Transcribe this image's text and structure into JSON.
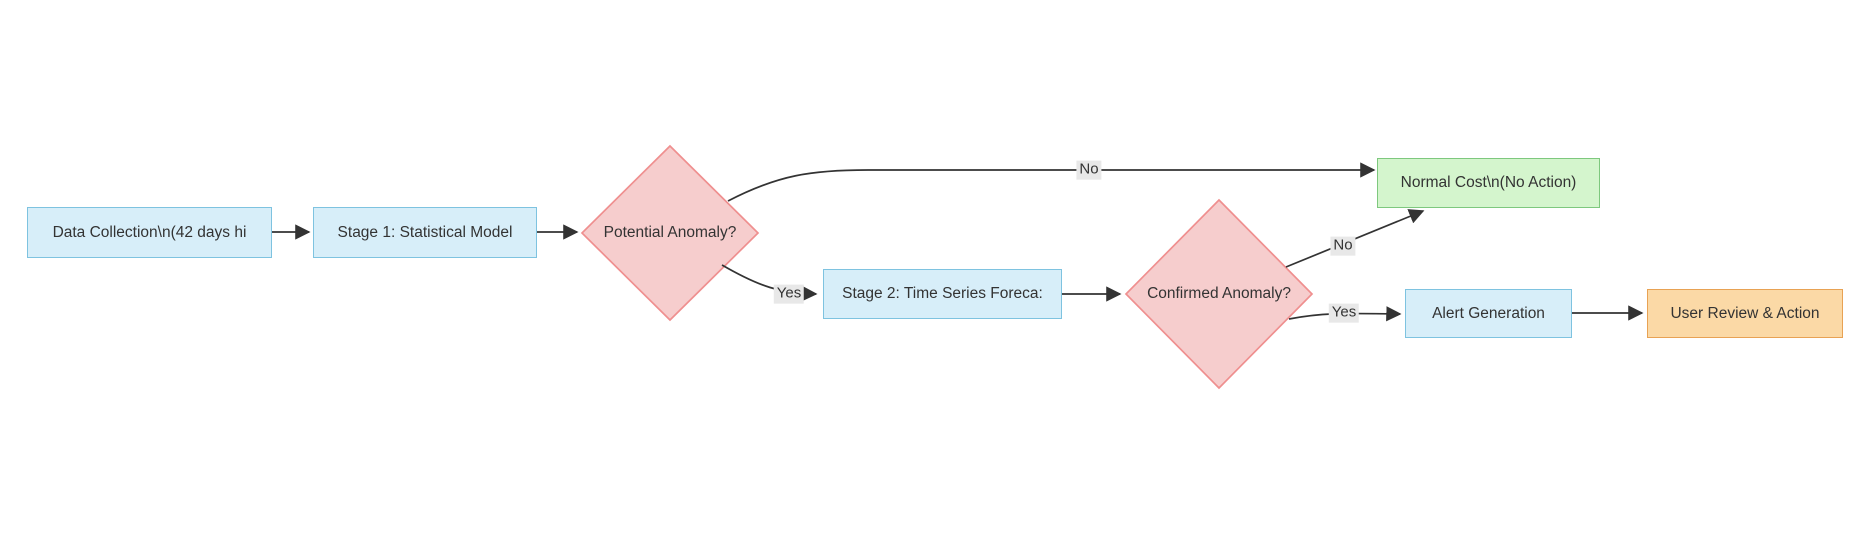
{
  "colors": {
    "canvas-bg": "#ffffff",
    "blue-fill": "#d7eef9",
    "blue-border": "#7ec3e0",
    "pink-fill": "#f6cdcd",
    "pink-border": "#ef8f8f",
    "green-fill": "#d4f5cd",
    "green-border": "#7ec87e",
    "orange-fill": "#fbd9a6",
    "orange-border": "#e8a254",
    "edge": "#333333",
    "edge-label-bg": "#e8e8e8",
    "text": "#333333"
  },
  "diagram": {
    "type": "flowchart",
    "direction": "left-to-right",
    "nodes": [
      {
        "id": "data_collection",
        "shape": "rect",
        "color": "blue",
        "label": "Data Collection\\n(42 days hi"
      },
      {
        "id": "stage1",
        "shape": "rect",
        "color": "blue",
        "label": "Stage 1: Statistical Model"
      },
      {
        "id": "potential_anomaly",
        "shape": "diamond",
        "color": "pink",
        "label": "Potential Anomaly?"
      },
      {
        "id": "normal_cost",
        "shape": "rect",
        "color": "green",
        "label": "Normal Cost\\n(No Action)"
      },
      {
        "id": "stage2",
        "shape": "rect",
        "color": "blue",
        "label": "Stage 2: Time Series Foreca:"
      },
      {
        "id": "confirmed_anomaly",
        "shape": "diamond",
        "color": "pink",
        "label": "Confirmed Anomaly?"
      },
      {
        "id": "alert_generation",
        "shape": "rect",
        "color": "blue",
        "label": "Alert Generation"
      },
      {
        "id": "user_review",
        "shape": "rect",
        "color": "orange",
        "label": "User Review & Action"
      }
    ],
    "edges": [
      {
        "from": "data_collection",
        "to": "stage1",
        "label": ""
      },
      {
        "from": "stage1",
        "to": "potential_anomaly",
        "label": ""
      },
      {
        "from": "potential_anomaly",
        "to": "normal_cost",
        "label": "No"
      },
      {
        "from": "potential_anomaly",
        "to": "stage2",
        "label": "Yes"
      },
      {
        "from": "stage2",
        "to": "confirmed_anomaly",
        "label": ""
      },
      {
        "from": "confirmed_anomaly",
        "to": "normal_cost",
        "label": "No"
      },
      {
        "from": "confirmed_anomaly",
        "to": "alert_generation",
        "label": "Yes"
      },
      {
        "from": "alert_generation",
        "to": "user_review",
        "label": ""
      }
    ]
  }
}
